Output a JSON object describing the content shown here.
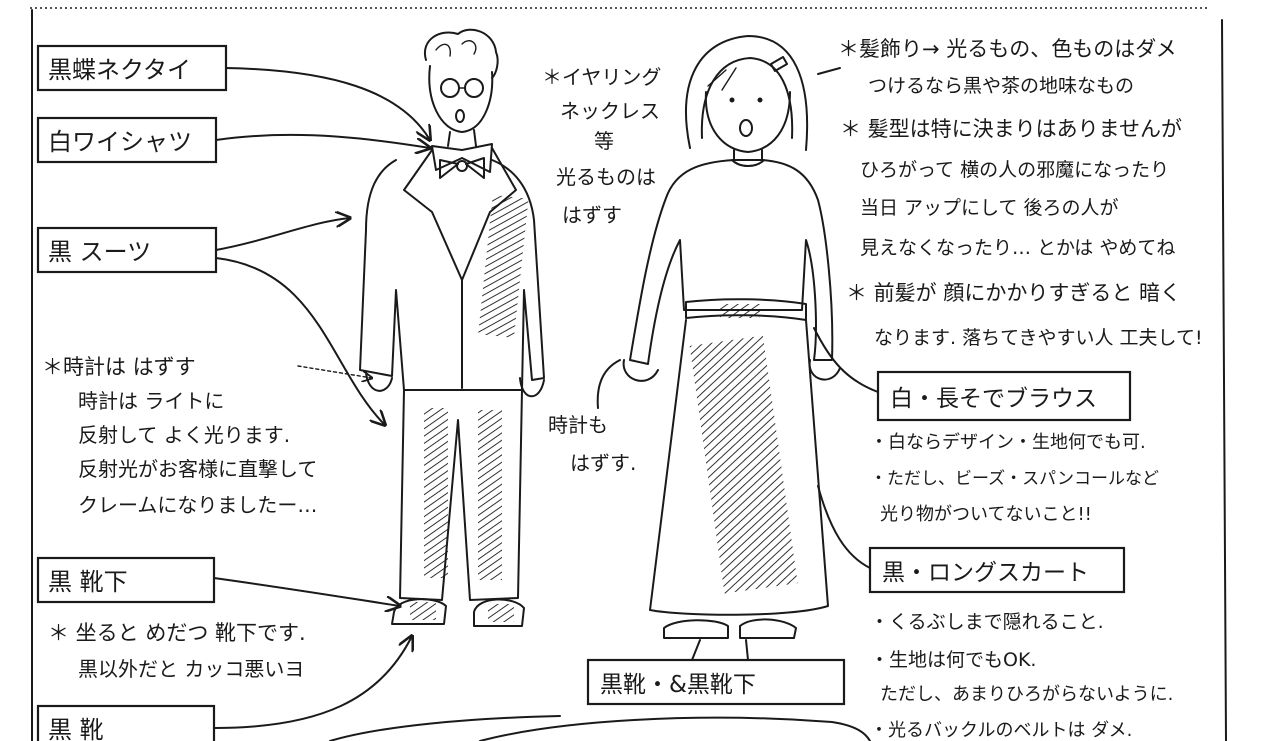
{
  "labels": {
    "black_bowtie": "黒蝶ネクタイ",
    "white_shirt": "白ワイシャツ",
    "black_suit": "黒 スーツ",
    "black_socks": "黒 靴下",
    "black_shoes": "黒 靴",
    "blouse": "白・長そでブラウス",
    "skirt": "黒・ロングスカート",
    "women_shoes": "黒靴・&黒靴下"
  },
  "notes": {
    "earrings": [
      "＊イヤリング",
      "ネックレス",
      "等",
      "光るものは",
      "はずす"
    ],
    "watch_men": [
      "＊時計は はずす",
      "時計は ライトに",
      "反射して よく光ります.",
      "反射光がお客様に直撃して",
      "クレームになりましたー…"
    ],
    "watch_women": [
      "時計も",
      "はずす."
    ],
    "socks_note": [
      "＊ 坐ると めだつ 靴下です.",
      "黒以外だと カッコ悪いヨ"
    ],
    "hair": [
      "＊髪飾り→ 光るもの、色ものはダメ",
      "つけるなら黒や茶の地味なもの",
      "＊ 髪型は特に決まりはありませんが",
      "ひろがって 横の人の邪魔になったり",
      "当日 アップにして 後ろの人が",
      "見えなくなったり… とかは やめてね",
      "＊ 前髪が 顔にかかりすぎると 暗く",
      "なります. 落ちてきやすい人 工夫して!"
    ],
    "blouse_note": [
      "・白ならデザイン・生地何でも可.",
      "・ただし、ビーズ・スパンコールなど",
      "光り物がついてないこと!!"
    ],
    "skirt_note": [
      "・くるぶしまで隠れること.",
      "・生地は何でもOK.",
      "ただし、あまりひろがらないように.",
      "・光るバックルのベルトは ダメ."
    ]
  },
  "icons": {
    "man": "man-figure-illustration",
    "woman": "woman-figure-illustration",
    "arrow": "arrow-icon"
  },
  "colors": {
    "ink": "#1a1a1a",
    "paper": "#ffffff"
  }
}
